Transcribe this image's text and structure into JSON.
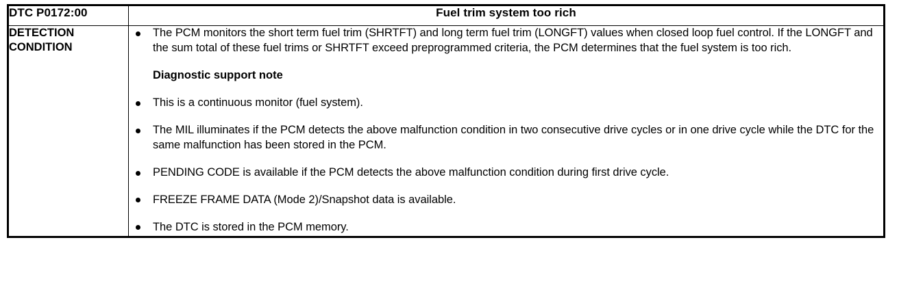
{
  "table": {
    "header": {
      "dtc_code": "DTC P0172:00",
      "title": "Fuel trim system too rich"
    },
    "row": {
      "label": "DETECTION\nCONDITION",
      "items": [
        {
          "kind": "bullet",
          "text": "The PCM monitors the short term fuel trim (SHRTFT) and long term fuel trim (LONGFT) values when closed loop fuel control. If the LONGFT and the sum total of these fuel trims or SHRTFT exceed preprogrammed criteria, the PCM determines that the fuel system is too rich."
        },
        {
          "kind": "heading",
          "text": "Diagnostic support note"
        },
        {
          "kind": "bullet",
          "text": "This is a continuous monitor (fuel system)."
        },
        {
          "kind": "bullet",
          "text": "The MIL illuminates if the PCM detects the above malfunction condition in two consecutive drive cycles or in one drive cycle while the DTC for the same malfunction has been stored in the PCM."
        },
        {
          "kind": "bullet",
          "text": "PENDING CODE is available if the PCM detects the above malfunction condition during first drive cycle."
        },
        {
          "kind": "bullet",
          "text": "FREEZE FRAME DATA (Mode 2)/Snapshot data is available."
        },
        {
          "kind": "bullet",
          "text": "The DTC is stored in the PCM memory."
        }
      ]
    }
  },
  "colors": {
    "border": "#000000",
    "text": "#000000",
    "background": "#ffffff"
  }
}
